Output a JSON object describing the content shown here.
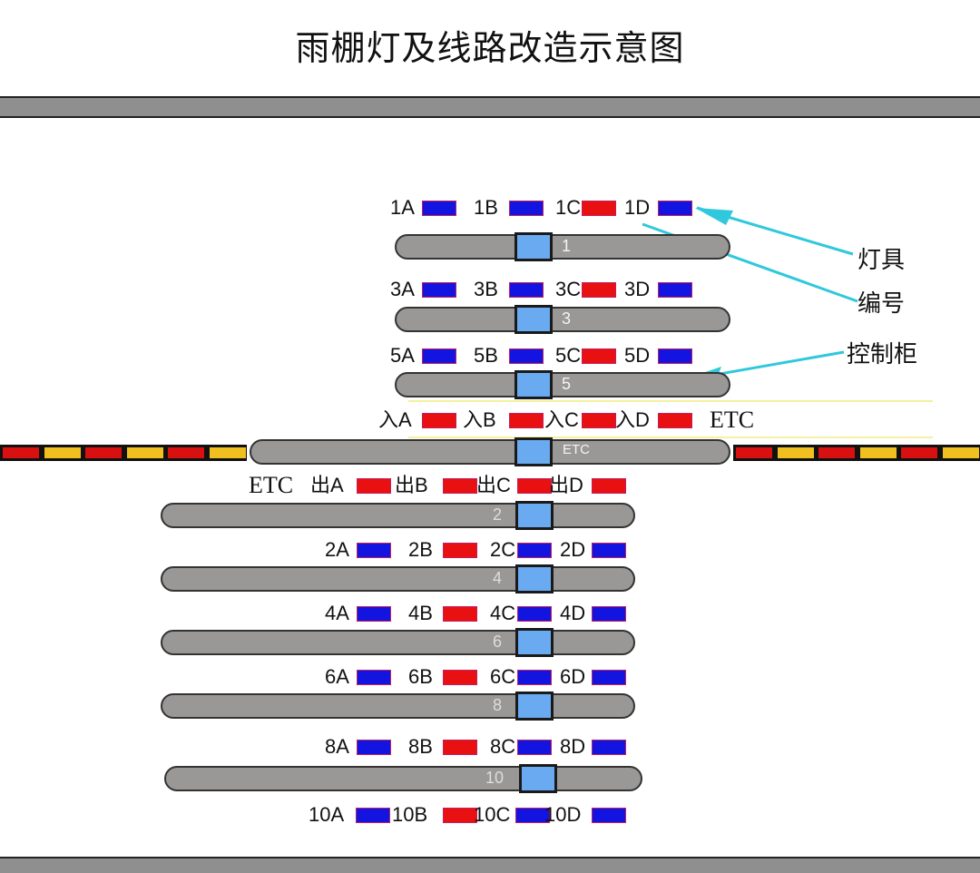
{
  "title": "雨棚灯及线路改造示意图",
  "colors": {
    "lamp_blue": "#1414e0",
    "lamp_red": "#e81010",
    "pill": "#9a9896",
    "cabinet_box": "#6aaaf0",
    "road_red": "#d81010",
    "road_yellow": "#f0c020",
    "arrow": "#30c8dc"
  },
  "upper_rows": [
    {
      "pill_label": "1",
      "lamps": [
        {
          "label": "1A",
          "color": "blue"
        },
        {
          "label": "1B",
          "color": "blue"
        },
        {
          "label": "1C",
          "color": "red"
        },
        {
          "label": "1D",
          "color": "blue"
        }
      ]
    },
    {
      "pill_label": "3",
      "lamps": [
        {
          "label": "3A",
          "color": "blue"
        },
        {
          "label": "3B",
          "color": "blue"
        },
        {
          "label": "3C",
          "color": "red"
        },
        {
          "label": "3D",
          "color": "blue"
        }
      ]
    },
    {
      "pill_label": "5",
      "lamps": [
        {
          "label": "5A",
          "color": "blue"
        },
        {
          "label": "5B",
          "color": "blue"
        },
        {
          "label": "5C",
          "color": "red"
        },
        {
          "label": "5D",
          "color": "blue"
        }
      ]
    },
    {
      "pill_label": "ETC",
      "lamps": [
        {
          "label": "入A",
          "color": "red"
        },
        {
          "label": "入B",
          "color": "red"
        },
        {
          "label": "入C",
          "color": "red"
        },
        {
          "label": "入D",
          "color": "red"
        }
      ]
    }
  ],
  "etc_in_label": "ETC",
  "etc_out_label": "ETC",
  "lower_rows": [
    {
      "pill_label": "2",
      "lamps": [
        {
          "label": "出A",
          "color": "red"
        },
        {
          "label": "出B",
          "color": "red"
        },
        {
          "label": "出C",
          "color": "red"
        },
        {
          "label": "出D",
          "color": "red"
        }
      ]
    },
    {
      "pill_label": "4",
      "lamps": [
        {
          "label": "2A",
          "color": "blue"
        },
        {
          "label": "2B",
          "color": "red"
        },
        {
          "label": "2C",
          "color": "blue"
        },
        {
          "label": "2D",
          "color": "blue"
        }
      ]
    },
    {
      "pill_label": "6",
      "lamps": [
        {
          "label": "4A",
          "color": "blue"
        },
        {
          "label": "4B",
          "color": "red"
        },
        {
          "label": "4C",
          "color": "blue"
        },
        {
          "label": "4D",
          "color": "blue"
        }
      ]
    },
    {
      "pill_label": "8",
      "lamps": [
        {
          "label": "6A",
          "color": "blue"
        },
        {
          "label": "6B",
          "color": "red"
        },
        {
          "label": "6C",
          "color": "blue"
        },
        {
          "label": "6D",
          "color": "blue"
        }
      ]
    },
    {
      "pill_label": "10",
      "lamps": [
        {
          "label": "8A",
          "color": "blue"
        },
        {
          "label": "8B",
          "color": "red"
        },
        {
          "label": "8C",
          "color": "blue"
        },
        {
          "label": "8D",
          "color": "blue"
        }
      ]
    }
  ],
  "bottom_lamps": [
    {
      "label": "10A",
      "color": "blue"
    },
    {
      "label": "10B",
      "color": "red"
    },
    {
      "label": "10C",
      "color": "blue"
    },
    {
      "label": "10D",
      "color": "blue"
    }
  ],
  "annotations": {
    "lamp": "灯具",
    "number": "编号",
    "cabinet": "控制柜"
  }
}
